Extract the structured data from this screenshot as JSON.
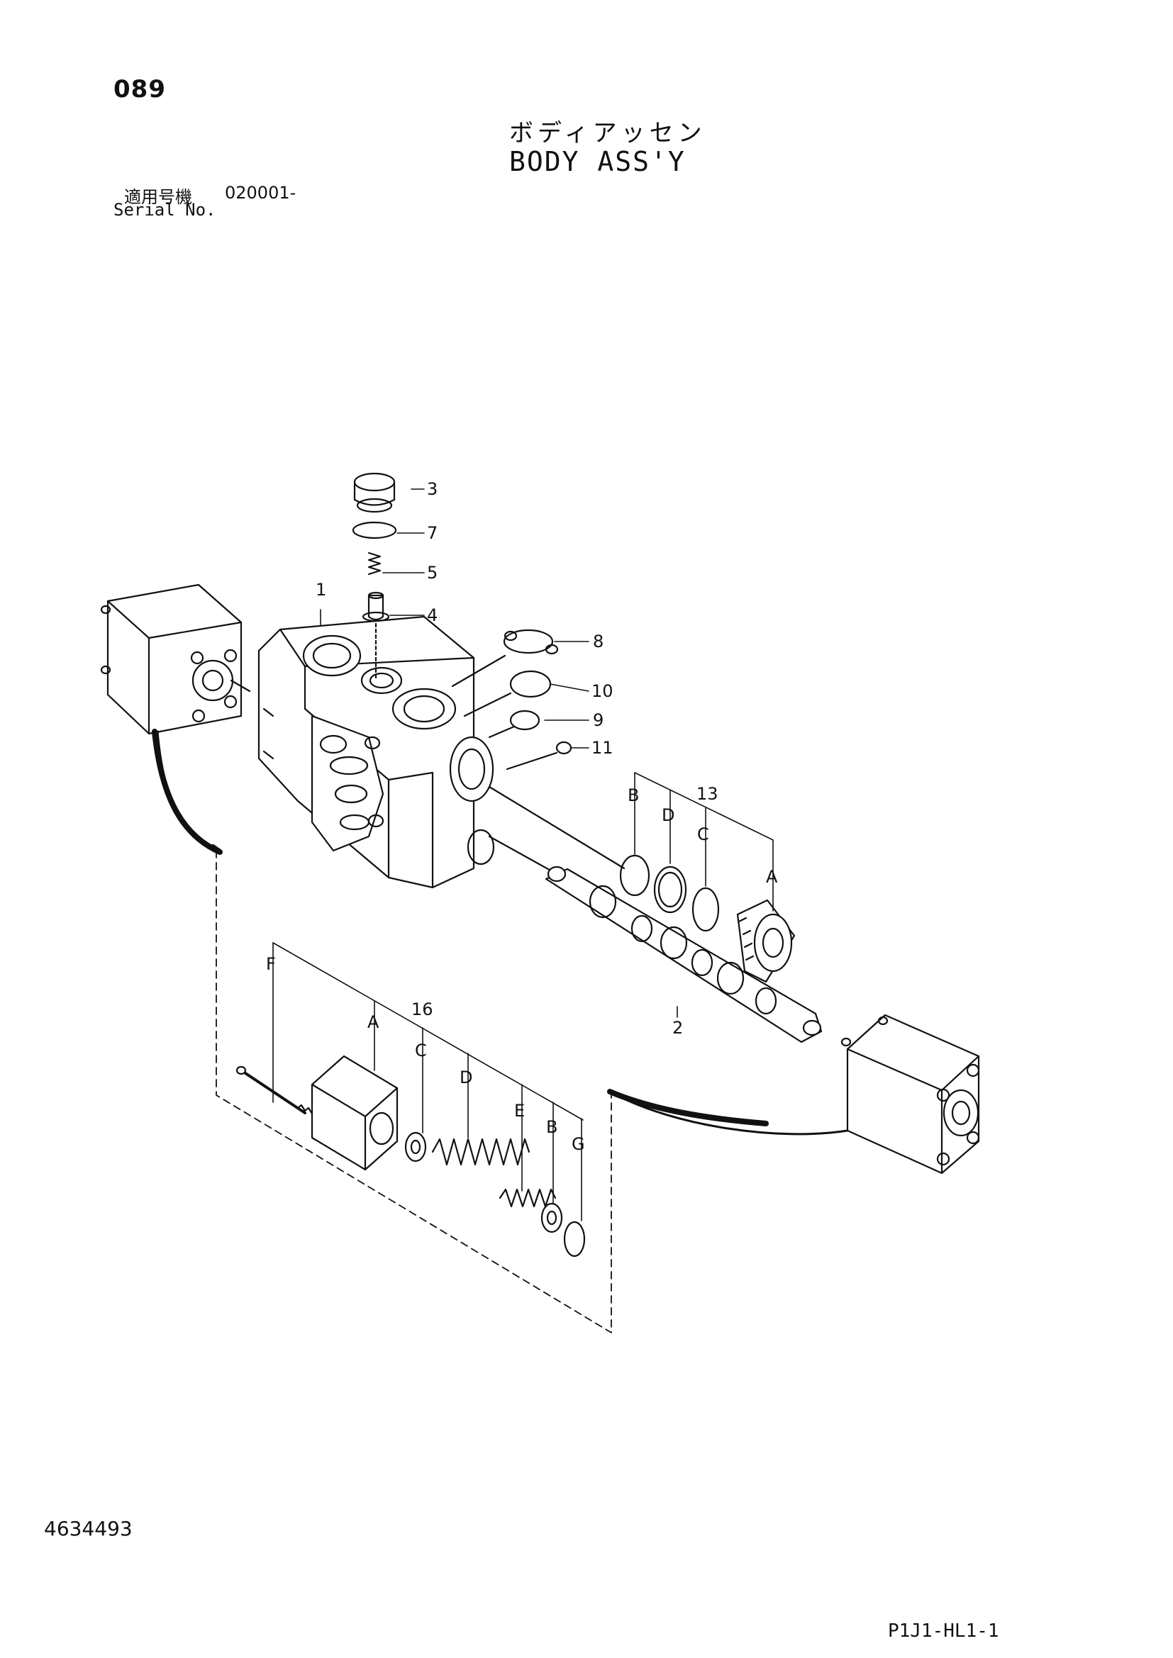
{
  "header": {
    "page_number": "089",
    "title_jp": "ボディアッセン",
    "title_en": "BODY ASS'Y",
    "serial_label_jp": "適用号機",
    "serial_value": "020001-",
    "serial_label_en": "Serial No."
  },
  "footer": {
    "document_number": "4634493",
    "reference_code": "P1J1-HL1-1"
  },
  "callouts": {
    "c1": "1",
    "c2": "2",
    "c3": "3",
    "c4": "4",
    "c5": "5",
    "c7": "7",
    "c8": "8",
    "c9": "9",
    "c10": "10",
    "c11": "11",
    "c13": "13",
    "c16": "16",
    "a13_B": "B",
    "a13_D": "D",
    "a13_C": "C",
    "a13_A": "A",
    "a16_F": "F",
    "a16_A": "A",
    "a16_C": "C",
    "a16_D": "D",
    "a16_E": "E",
    "a16_B": "B",
    "a16_G": "G"
  }
}
